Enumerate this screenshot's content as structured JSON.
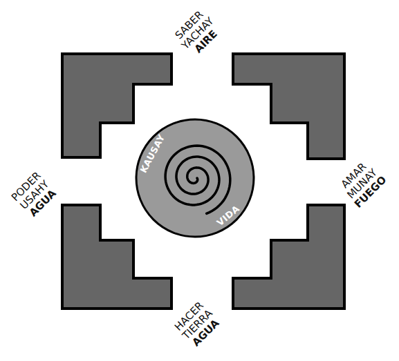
{
  "diagram": {
    "nodes": [
      {
        "text": [
          "KAUSAY",
          "VIDA"
        ]
      }
    ],
    "labels": [
      "SABER",
      "YACHAY",
      "AIRE",
      "PODER",
      "USAHY",
      "AGUA",
      "AMAR",
      "MUNAY",
      "FUEGO",
      "HACER",
      "TIERRA",
      "AGUA"
    ]
  }
}
